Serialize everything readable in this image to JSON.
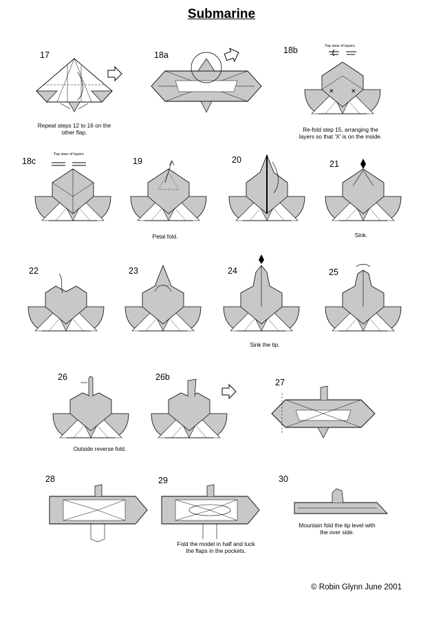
{
  "page": {
    "title": "Submarine",
    "credit": "© Robin Glynn June 2001"
  },
  "steps": [
    {
      "label": "17"
    },
    {
      "label": "18a"
    },
    {
      "label": "18b"
    },
    {
      "label": "18c"
    },
    {
      "label": "19"
    },
    {
      "label": "20"
    },
    {
      "label": "21"
    },
    {
      "label": "22"
    },
    {
      "label": "23"
    },
    {
      "label": "24"
    },
    {
      "label": "25"
    },
    {
      "label": "26"
    },
    {
      "label": "26b"
    },
    {
      "label": "27"
    },
    {
      "label": "28"
    },
    {
      "label": "29"
    },
    {
      "label": "30"
    }
  ],
  "captions": {
    "s17_line1": "Repeat steps 12 to 16 on the",
    "s17_line2": "other flap.",
    "s18b_line1": "Re-fold step 15, arranging the",
    "s18b_line2": "layers so that 'X' is on the inside.",
    "s19": "Petal fold.",
    "s21": "Sink.",
    "s24": "Sink the tip.",
    "s26": "Outside reverse fold.",
    "s29_line1": "Fold the model in half and tuck",
    "s29_line2": "the flaps in the pockets.",
    "s30_line1": "Mountain fold the tip level with",
    "s30_line2": "the over side.",
    "top_view_18b": "Top view of layers",
    "top_view_18c": "Top view of layers"
  },
  "colors": {
    "grey_fill": "#c8c8c8",
    "line": "#000000"
  }
}
